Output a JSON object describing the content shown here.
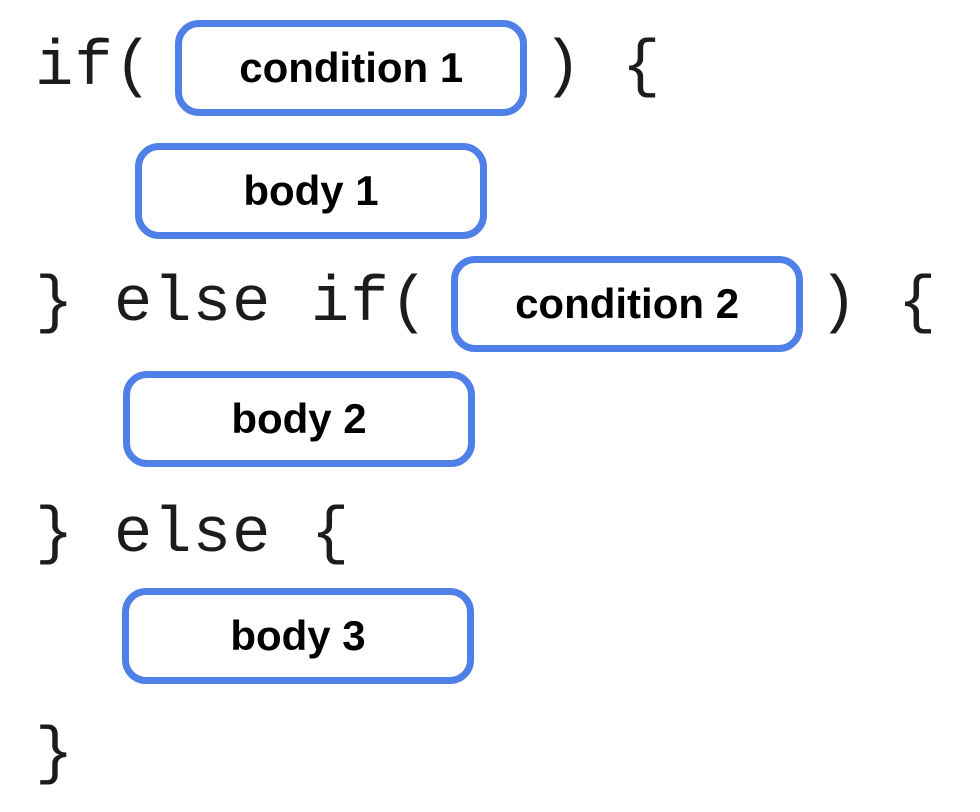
{
  "code": {
    "line1_pre": "if(",
    "line1_post": ") {",
    "line3_pre": "} else if(",
    "line3_post": ") {",
    "line5": "} else {",
    "line7": "}"
  },
  "pills": {
    "condition1": "condition 1",
    "body1": "body 1",
    "condition2": "condition 2",
    "body2": "body 2",
    "body3": "body 3"
  },
  "colors": {
    "pill_border": "#4F80E8",
    "code_text": "#1c1c1e",
    "label_text": "#000000",
    "background": "#ffffff"
  }
}
